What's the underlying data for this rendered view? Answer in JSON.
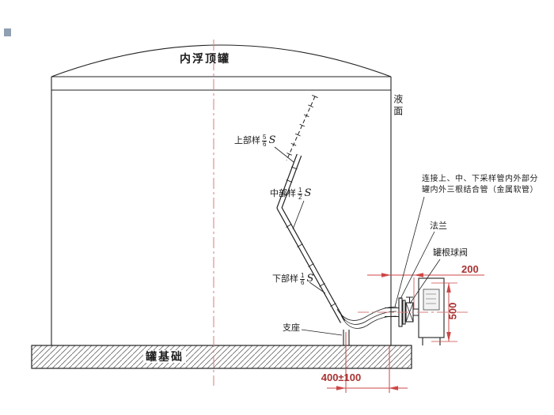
{
  "colors": {
    "line": "#222222",
    "dimension_line": "#cc4747",
    "center_line": "#d97b7b",
    "dimension_text": "#a83232",
    "background": "#ffffff"
  },
  "diagram": {
    "tank_label": "内浮顶罐",
    "liquid_level_label": "液面",
    "foundation_label": "罐基础",
    "support_label": "支座",
    "samples": {
      "upper": {
        "label": "上部样",
        "num": "5",
        "den": "6",
        "suffix": "S"
      },
      "middle": {
        "label": "中部样",
        "num": "1",
        "den": "2",
        "suffix": "S"
      },
      "lower": {
        "label": "下部样",
        "num": "1",
        "den": "6",
        "suffix": "S"
      }
    },
    "annotations": {
      "note_line1": "连接上、中、下采样管内外部分",
      "note_line2": "罐内外三根结合管（金属软管）",
      "flange_label": "法兰",
      "valve_label": "罐根球阀"
    },
    "dimensions": {
      "wall_to_valve": "200",
      "valve_height": "500",
      "support_offset": "400±100"
    }
  }
}
